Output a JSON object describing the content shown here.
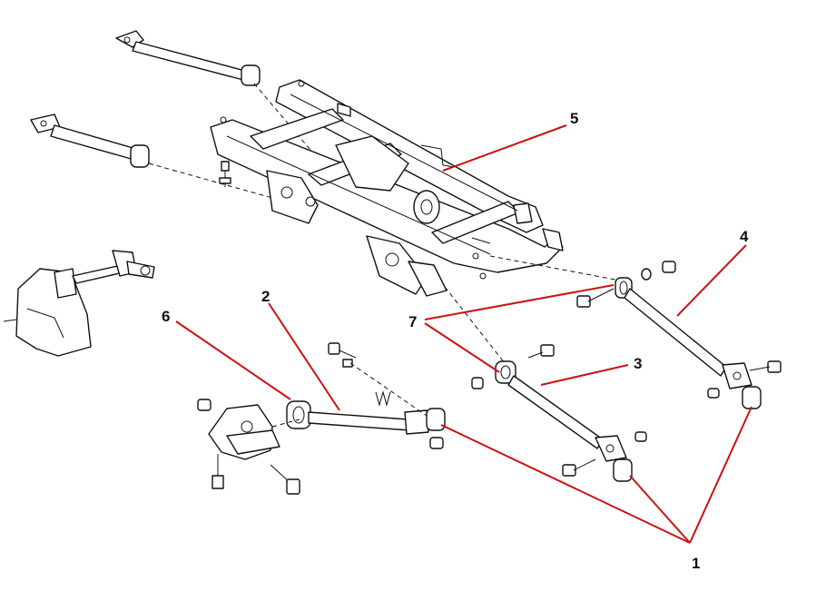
{
  "callouts": {
    "c1": "1",
    "c2": "2",
    "c3": "3",
    "c4": "4",
    "c5": "5",
    "c6": "6",
    "c7": "7"
  },
  "colors": {
    "leader": "#cc1111",
    "line_art": "#111111",
    "background": "#ffffff"
  }
}
